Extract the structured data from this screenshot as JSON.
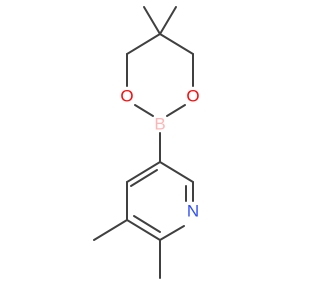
{
  "molecule": {
    "atoms": {
      "oxygen_left": {
        "symbol": "O",
        "color": "#ff0d0d"
      },
      "oxygen_right": {
        "symbol": "O",
        "color": "#ff0d0d"
      },
      "boron": {
        "symbol": "B",
        "color": "#ffb5b5"
      },
      "nitrogen": {
        "symbol": "N",
        "color": "#3050f8"
      }
    },
    "bond_color": "#404040"
  }
}
